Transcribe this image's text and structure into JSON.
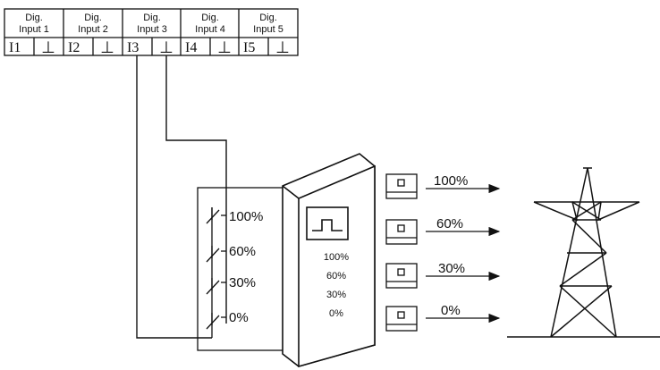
{
  "terminal_block": {
    "inputs": [
      {
        "header_line1": "Dig.",
        "header_line2": "Input 1",
        "terminal": "I1",
        "ground": "⊥"
      },
      {
        "header_line1": "Dig.",
        "header_line2": "Input 2",
        "terminal": "I2",
        "ground": "⊥"
      },
      {
        "header_line1": "Dig.",
        "header_line2": "Input 3",
        "terminal": "I3",
        "ground": "⊥"
      },
      {
        "header_line1": "Dig.",
        "header_line2": "Input 4",
        "terminal": "I4",
        "ground": "⊥"
      },
      {
        "header_line1": "Dig.",
        "header_line2": "Input 5",
        "terminal": "I5",
        "ground": "⊥"
      }
    ]
  },
  "switch_panel": {
    "labels": [
      "100%",
      "60%",
      "30%",
      "0%"
    ]
  },
  "receiver": {
    "levels": [
      "100%",
      "60%",
      "30%",
      "0%"
    ]
  },
  "outputs": {
    "labels": [
      "100%",
      "60%",
      "30%",
      "0%"
    ]
  },
  "icons": {
    "pulse": "step-signal-icon",
    "indicator": "indicator-box-icon",
    "tower": "power-pylon-icon"
  }
}
